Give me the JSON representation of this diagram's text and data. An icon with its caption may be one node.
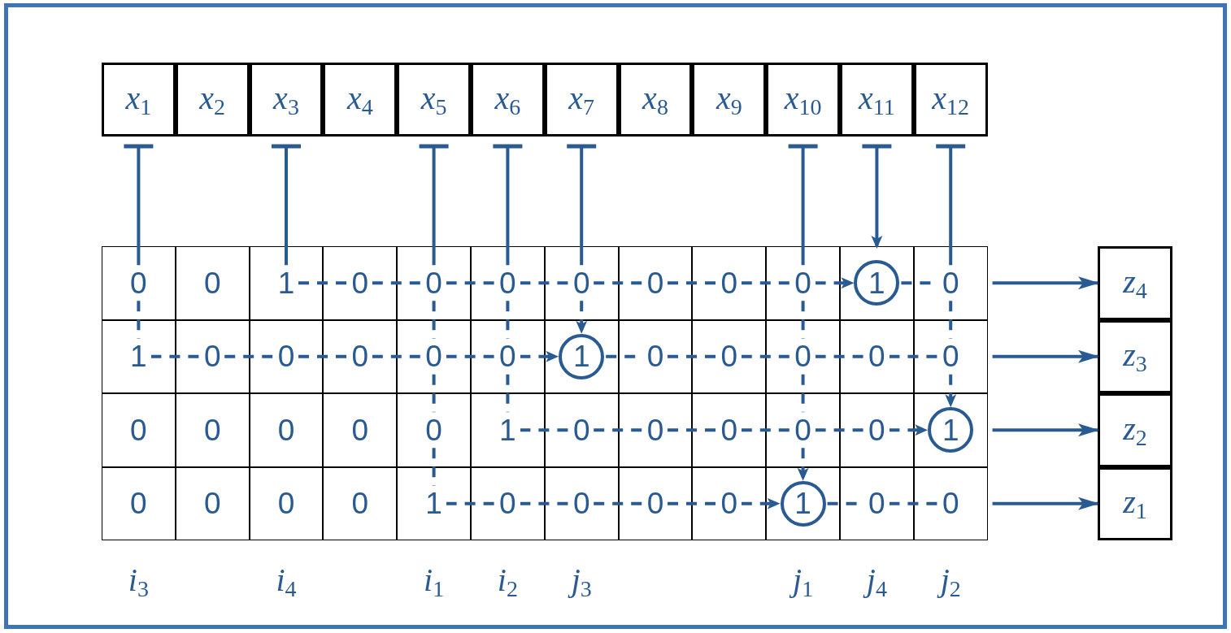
{
  "diagram": {
    "nodes": [
      {
        "text": [
          "x$_{1}$"
        ]
      },
      {
        "text": [
          "x$_{2}$"
        ]
      },
      {
        "text": [
          "x$_{3}$"
        ]
      },
      {
        "text": [
          "x$_{4}$"
        ]
      },
      {
        "text": [
          "x$_{5}$"
        ]
      },
      {
        "text": [
          "x$_{6}$"
        ]
      },
      {
        "text": [
          "x$_{7}$"
        ]
      },
      {
        "text": [
          "x$_{8}$"
        ]
      },
      {
        "text": [
          "x$_{9}$"
        ]
      },
      {
        "text": [
          "x$_{10}$"
        ]
      },
      {
        "text": [
          "x$_{11}$"
        ]
      },
      {
        "text": [
          "x$_{12}$"
        ]
      },
      {
        "text": [
          "0"
        ]
      },
      {
        "text": [
          "0"
        ]
      },
      {
        "text": [
          "1"
        ]
      },
      {
        "text": [
          "0"
        ]
      },
      {
        "text": [
          "0"
        ]
      },
      {
        "text": [
          "0"
        ]
      },
      {
        "text": [
          "0"
        ]
      },
      {
        "text": [
          "0"
        ]
      },
      {
        "text": [
          "0"
        ]
      },
      {
        "text": [
          "0"
        ]
      },
      {
        "text": [
          "1"
        ]
      },
      {
        "text": [
          "0"
        ]
      },
      {
        "text": [
          "1"
        ]
      },
      {
        "text": [
          "0"
        ]
      },
      {
        "text": [
          "0"
        ]
      },
      {
        "text": [
          "0"
        ]
      },
      {
        "text": [
          "0"
        ]
      },
      {
        "text": [
          "0"
        ]
      },
      {
        "text": [
          "1"
        ]
      },
      {
        "text": [
          "0"
        ]
      },
      {
        "text": [
          "0"
        ]
      },
      {
        "text": [
          "0"
        ]
      },
      {
        "text": [
          "0"
        ]
      },
      {
        "text": [
          "0"
        ]
      },
      {
        "text": [
          "0"
        ]
      },
      {
        "text": [
          "0"
        ]
      },
      {
        "text": [
          "0"
        ]
      },
      {
        "text": [
          "0"
        ]
      },
      {
        "text": [
          "0"
        ]
      },
      {
        "text": [
          "1"
        ]
      },
      {
        "text": [
          "0"
        ]
      },
      {
        "text": [
          "0"
        ]
      },
      {
        "text": [
          "0"
        ]
      },
      {
        "text": [
          "0"
        ]
      },
      {
        "text": [
          "0"
        ]
      },
      {
        "text": [
          "1"
        ]
      },
      {
        "text": [
          "0"
        ]
      },
      {
        "text": [
          "0"
        ]
      },
      {
        "text": [
          "0"
        ]
      },
      {
        "text": [
          "0"
        ]
      },
      {
        "text": [
          "1"
        ]
      },
      {
        "text": [
          "0"
        ]
      },
      {
        "text": [
          "0"
        ]
      },
      {
        "text": [
          "0"
        ]
      },
      {
        "text": [
          "0"
        ]
      },
      {
        "text": [
          "1"
        ]
      },
      {
        "text": [
          "0"
        ]
      },
      {
        "text": [
          "0"
        ]
      },
      {
        "text": [
          "z$_{4}$"
        ]
      },
      {
        "text": [
          "z$_{3}$"
        ]
      },
      {
        "text": [
          "z$_{2}$"
        ]
      },
      {
        "text": [
          "z$_{1}$"
        ]
      }
    ],
    "edges": [
      {
        "from": 0,
        "to": 12,
        "arrow": "other"
      },
      {
        "from": 12,
        "to": 24,
        "arrow": "none",
        "style": "dashed"
      },
      {
        "from": 2,
        "to": 14,
        "arrow": "other"
      },
      {
        "from": 4,
        "to": 16,
        "arrow": "other"
      },
      {
        "from": 16,
        "to": 28,
        "arrow": "none",
        "style": "dashed"
      },
      {
        "from": 28,
        "to": 40,
        "arrow": "none",
        "style": "dashed"
      },
      {
        "from": 40,
        "to": 52,
        "arrow": "none",
        "style": "dashed"
      },
      {
        "from": 5,
        "to": 17,
        "arrow": "other"
      },
      {
        "from": 17,
        "to": 29,
        "arrow": "none",
        "style": "dashed"
      },
      {
        "from": 29,
        "to": 41,
        "arrow": "none",
        "style": "dashed"
      },
      {
        "from": 6,
        "to": 18,
        "arrow": "other"
      },
      {
        "from": 18,
        "to": 30,
        "arrow": "to",
        "style": "dashed"
      },
      {
        "from": 9,
        "to": 21,
        "arrow": "other"
      },
      {
        "from": 21,
        "to": 33,
        "arrow": "none",
        "style": "dashed"
      },
      {
        "from": 33,
        "to": 45,
        "arrow": "none",
        "style": "dashed"
      },
      {
        "from": 45,
        "to": 57,
        "arrow": "to",
        "style": "dashed"
      },
      {
        "from": 10,
        "to": 22,
        "arrow": "to"
      },
      {
        "from": 11,
        "to": 23,
        "arrow": "other"
      },
      {
        "from": 23,
        "to": 35,
        "arrow": "none",
        "style": "dashed"
      },
      {
        "from": 35,
        "to": 47,
        "arrow": "to",
        "style": "dashed"
      },
      {
        "from": 14,
        "to": 15,
        "arrow": "none",
        "style": "dashed"
      },
      {
        "from": 15,
        "to": 16,
        "arrow": "none",
        "style": "dashed"
      },
      {
        "from": 16,
        "to": 17,
        "arrow": "none",
        "style": "dashed"
      },
      {
        "from": 17,
        "to": 18,
        "arrow": "none",
        "style": "dashed"
      },
      {
        "from": 18,
        "to": 19,
        "arrow": "none",
        "style": "dashed"
      },
      {
        "from": 19,
        "to": 20,
        "arrow": "none",
        "style": "dashed"
      },
      {
        "from": 20,
        "to": 21,
        "arrow": "none",
        "style": "dashed"
      },
      {
        "from": 21,
        "to": 22,
        "arrow": "to",
        "style": "dashed"
      },
      {
        "from": 22,
        "to": 23,
        "arrow": "none",
        "style": "dashed"
      },
      {
        "from": 24,
        "to": 25,
        "arrow": "none",
        "style": "dashed"
      },
      {
        "from": 25,
        "to": 26,
        "arrow": "none",
        "style": "dashed"
      },
      {
        "from": 26,
        "to": 27,
        "arrow": "none",
        "style": "dashed"
      },
      {
        "from": 27,
        "to": 28,
        "arrow": "none",
        "style": "dashed"
      },
      {
        "from": 28,
        "to": 29,
        "arrow": "none",
        "style": "dashed"
      },
      {
        "from": 29,
        "to": 30,
        "arrow": "to",
        "style": "dashed"
      },
      {
        "from": 30,
        "to": 31,
        "arrow": "none",
        "style": "dashed"
      },
      {
        "from": 31,
        "to": 32,
        "arrow": "none",
        "style": "dashed"
      },
      {
        "from": 32,
        "to": 33,
        "arrow": "none",
        "style": "dashed"
      },
      {
        "from": 33,
        "to": 34,
        "arrow": "none",
        "style": "dashed"
      },
      {
        "from": 34,
        "to": 35,
        "arrow": "none",
        "style": "dashed"
      },
      {
        "from": 41,
        "to": 42,
        "arrow": "none",
        "style": "dashed"
      },
      {
        "from": 42,
        "to": 43,
        "arrow": "none",
        "style": "dashed"
      },
      {
        "from": 43,
        "to": 44,
        "arrow": "none",
        "style": "dashed"
      },
      {
        "from": 44,
        "to": 45,
        "arrow": "none",
        "style": "dashed"
      },
      {
        "from": 45,
        "to": 46,
        "arrow": "none",
        "style": "dashed"
      },
      {
        "from": 46,
        "to": 47,
        "arrow": "to",
        "style": "dashed"
      },
      {
        "from": 52,
        "to": 53,
        "arrow": "none",
        "style": "dashed"
      },
      {
        "from": 53,
        "to": 54,
        "arrow": "none",
        "style": "dashed"
      },
      {
        "from": 54,
        "to": 55,
        "arrow": "none",
        "style": "dashed"
      },
      {
        "from": 55,
        "to": 56,
        "arrow": "none",
        "style": "dashed"
      },
      {
        "from": 56,
        "to": 57,
        "arrow": "to",
        "style": "dashed"
      },
      {
        "from": 57,
        "to": 58,
        "arrow": "none",
        "style": "dashed"
      },
      {
        "from": 58,
        "to": 59,
        "arrow": "none",
        "style": "dashed"
      },
      {
        "from": 23,
        "to": 60,
        "arrow": "to"
      },
      {
        "from": 35,
        "to": 61,
        "arrow": "to"
      },
      {
        "from": 47,
        "to": 62,
        "arrow": "to"
      },
      {
        "from": 59,
        "to": 63,
        "arrow": "to"
      }
    ],
    "labels": [
      "i$_{3}$",
      "i$_{4}$",
      "i$_{1}$",
      "i$_{2}$",
      "j$_{3}$",
      "j$_{1}$",
      "j$_{4}$",
      "j$_{2}$"
    ]
  }
}
